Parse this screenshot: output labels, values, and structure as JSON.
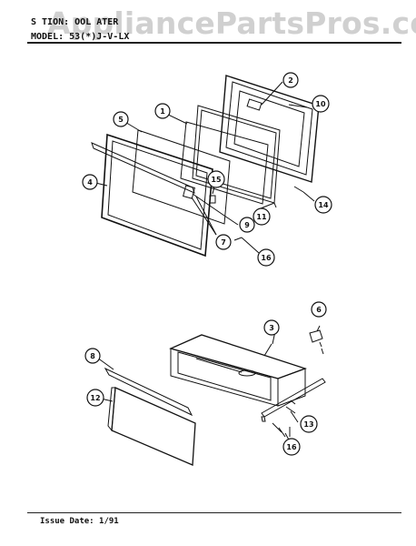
{
  "header": {
    "section_line": "S  TION:  OOL    ATER",
    "model_line": "MODEL:    53(*)J-V-LX"
  },
  "watermark": "AppliancePartsPros.com",
  "footer": {
    "issue_label": "Issue Date: 1/91"
  },
  "callouts": [
    {
      "id": "callout-1",
      "label": "1"
    },
    {
      "id": "callout-2",
      "label": "2"
    },
    {
      "id": "callout-3",
      "label": "3"
    },
    {
      "id": "callout-4",
      "label": "4"
    },
    {
      "id": "callout-5",
      "label": "5"
    },
    {
      "id": "callout-6",
      "label": "6"
    },
    {
      "id": "callout-7",
      "label": "7"
    },
    {
      "id": "callout-8",
      "label": "8"
    },
    {
      "id": "callout-9",
      "label": "9"
    },
    {
      "id": "callout-10",
      "label": "10"
    },
    {
      "id": "callout-11",
      "label": "11"
    },
    {
      "id": "callout-12",
      "label": "12"
    },
    {
      "id": "callout-13",
      "label": "13"
    },
    {
      "id": "callout-14",
      "label": "14"
    },
    {
      "id": "callout-15",
      "label": "15"
    },
    {
      "id": "callout-16-top",
      "label": "16"
    },
    {
      "id": "callout-16-bottom",
      "label": "16"
    }
  ],
  "colors": {
    "ink": "#111111",
    "watermark": "#969696"
  }
}
